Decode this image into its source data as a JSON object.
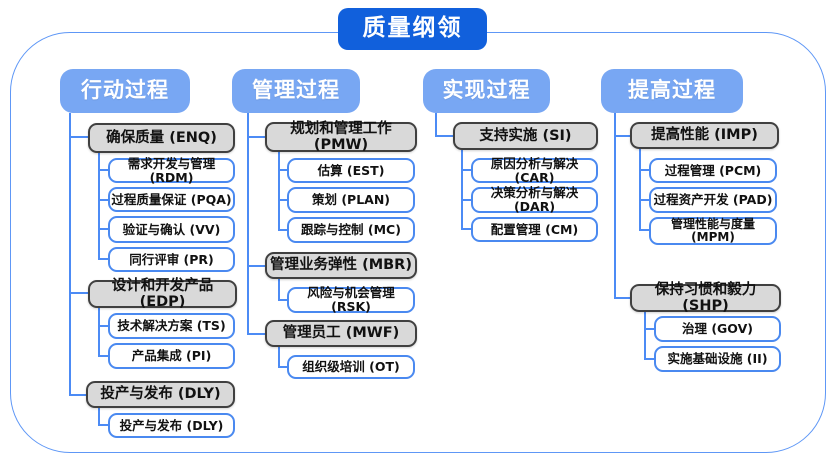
{
  "title": "质量纲领",
  "colors": {
    "title_bg": "#1160DC",
    "header_bg": "#78A7F3",
    "connector_blue": "#4C8BF5",
    "parent_fill": "#D9D9D9",
    "parent_border": "#404040",
    "child_border": "#4A89F0",
    "frame_border": "#5E97F6"
  },
  "columns": [
    {
      "header": "行动过程",
      "groups": [
        {
          "label": "确保质量 (ENQ)",
          "children": [
            "需求开发与管理 (RDM)",
            "过程质量保证 (PQA)",
            "验证与确认 (VV)",
            "同行评审 (PR)"
          ]
        },
        {
          "label": "设计和开发产品 (EDP)",
          "children": [
            "技术解决方案 (TS)",
            "产品集成 (PI)"
          ]
        },
        {
          "label": "投产与发布 (DLY)",
          "children": [
            "投产与发布 (DLY)"
          ]
        }
      ]
    },
    {
      "header": "管理过程",
      "groups": [
        {
          "label": "规划和管理工作 (PMW)",
          "children": [
            "估算 (EST)",
            "策划 (PLAN)",
            "跟踪与控制 (MC)"
          ]
        },
        {
          "label": "管理业务弹性 (MBR)",
          "children": [
            "风险与机会管理 (RSK)"
          ]
        },
        {
          "label": "管理员工 (MWF)",
          "children": [
            "组织级培训 (OT)"
          ]
        }
      ]
    },
    {
      "header": "实现过程",
      "groups": [
        {
          "label": "支持实施 (SI)",
          "children": [
            "原因分析与解决 (CAR)",
            "决策分析与解决 (DAR)",
            "配置管理 (CM)"
          ]
        }
      ]
    },
    {
      "header": "提高过程",
      "groups": [
        {
          "label": "提高性能 (IMP)",
          "children": [
            "过程管理 (PCM)",
            "过程资产开发 (PAD)",
            "管理性能与度量\n(MPM)"
          ]
        },
        {
          "label": "保持习惯和毅力 (SHP)",
          "children": [
            "治理 (GOV)",
            "实施基础设施 (II)"
          ]
        }
      ]
    }
  ]
}
